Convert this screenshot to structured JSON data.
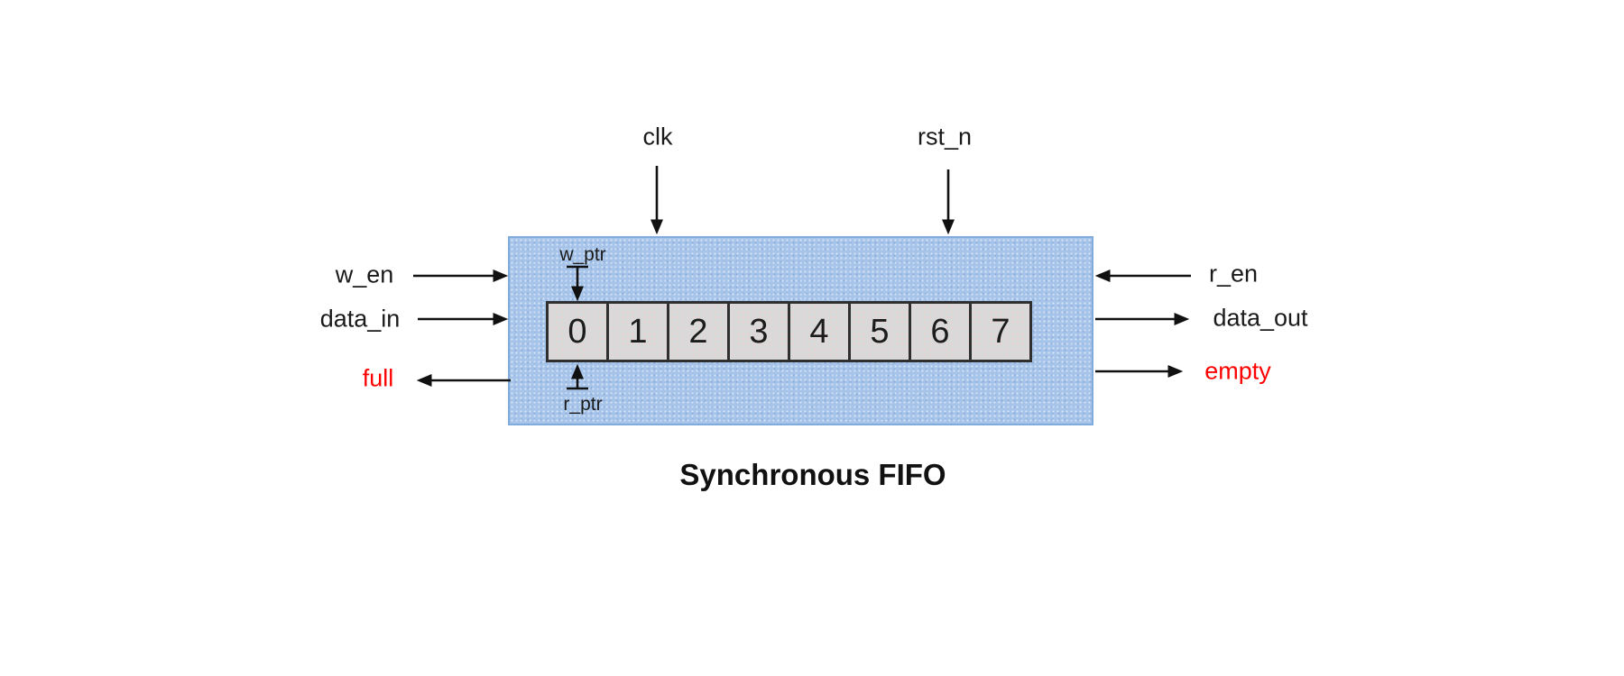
{
  "diagram": {
    "title": "Synchronous FIFO",
    "ports": {
      "clk": "clk",
      "rst_n": "rst_n",
      "w_en": "w_en",
      "data_in": "data_in",
      "full": "full",
      "r_en": "r_en",
      "data_out": "data_out",
      "empty": "empty"
    },
    "pointers": {
      "write": "w_ptr",
      "read": "r_ptr"
    },
    "cells": [
      "0",
      "1",
      "2",
      "3",
      "4",
      "5",
      "6",
      "7"
    ],
    "colors": {
      "block_fill": "#a6c3e9",
      "block_border": "#7fabdd",
      "cell_fill": "#d9d9d9",
      "cell_border": "#2f2f2f",
      "status_red": "#ff0000",
      "arrow": "#111111"
    }
  }
}
